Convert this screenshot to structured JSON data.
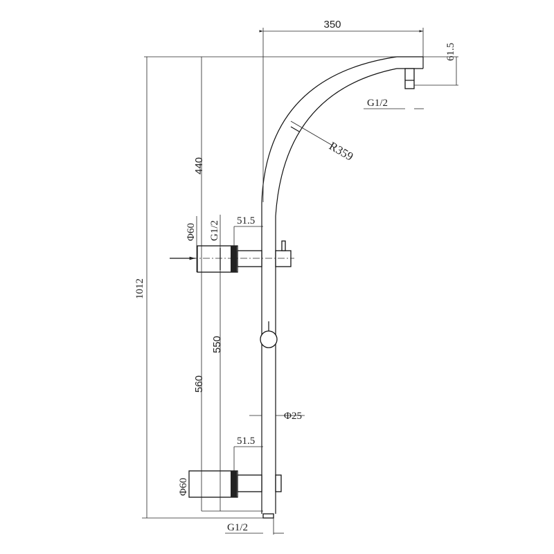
{
  "drawing": {
    "title": "Shower riser rail technical drawing",
    "dimensions": {
      "arm_length": "350",
      "arm_height": "61.5",
      "outlet_thread_top": "G1/2",
      "arc_radius": "R359",
      "upper_height": "440",
      "total_height": "1012",
      "upper_bracket_diameter": "Φ60",
      "upper_bracket_thread": "G1/2",
      "upper_bracket_offset": "51.5",
      "bracket_spacing_outer": "560",
      "bracket_spacing_inner": "550",
      "pipe_diameter": "Φ25",
      "lower_bracket_offset": "51.5",
      "lower_bracket_diameter": "Φ60",
      "bottom_thread": "G1/2"
    },
    "colors": {
      "line": "#111111",
      "background": "#ffffff"
    }
  }
}
